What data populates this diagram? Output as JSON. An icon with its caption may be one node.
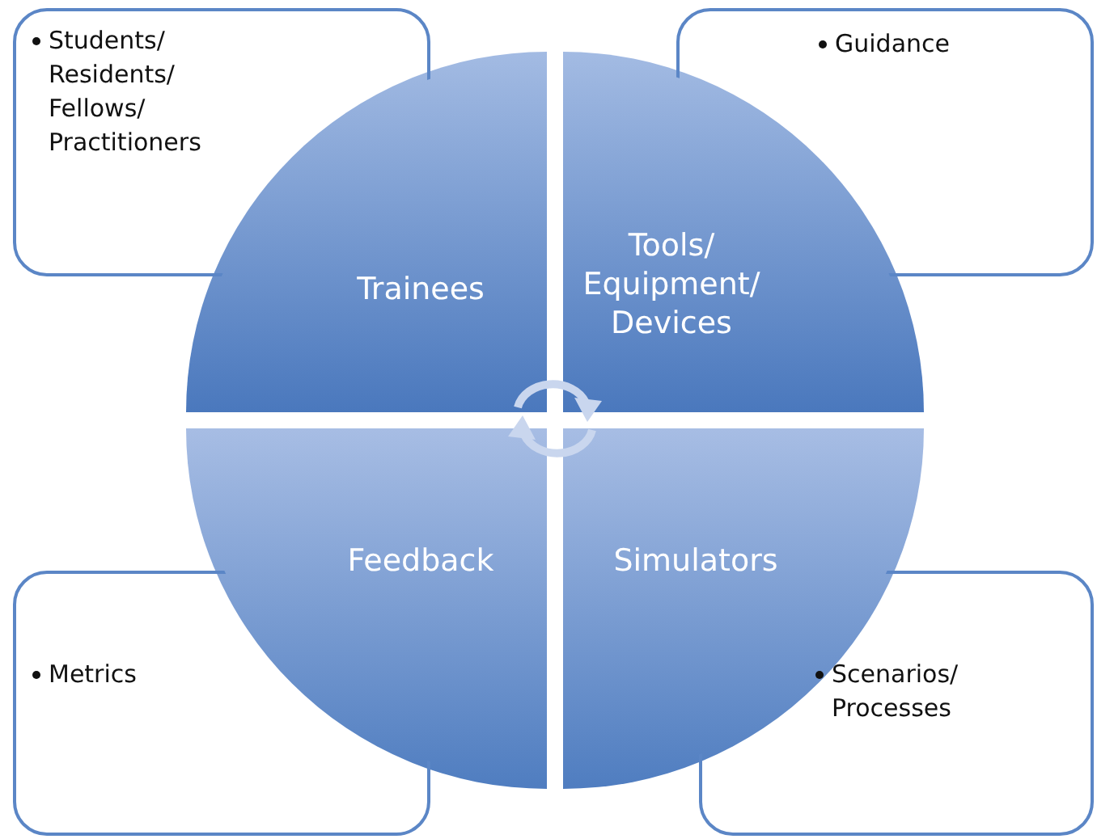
{
  "diagram": {
    "nodes": [
      {
        "text": [
          "Students/ Residents/ Fellows/ Practitioners"
        ]
      },
      {
        "text": [
          "Guidance"
        ]
      },
      {
        "text": [
          "Trainees"
        ]
      },
      {
        "text": [
          "Tools/ Equipment/ Devices"
        ]
      },
      {
        "text": [
          "Feedback"
        ]
      },
      {
        "text": [
          "Simulators"
        ]
      },
      {
        "text": [
          "Metrics"
        ]
      },
      {
        "text": [
          "Scenarios/ Processes"
        ]
      }
    ]
  }
}
